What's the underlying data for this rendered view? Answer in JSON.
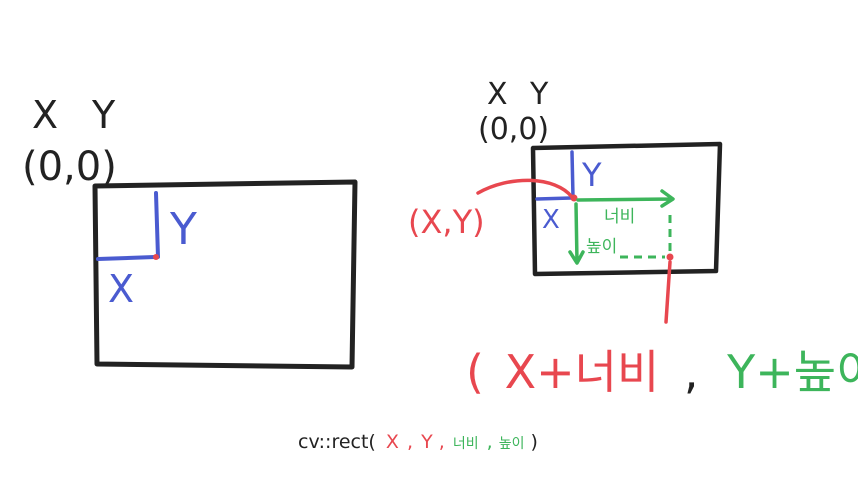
{
  "left_diagram": {
    "axis_x": "X",
    "axis_y": "Y",
    "origin": "(0,0)",
    "x_offset": "X",
    "y_offset": "Y"
  },
  "right_diagram": {
    "axis_x": "X",
    "axis_y": "Y",
    "origin": "(0,0)",
    "point": "(X,Y)",
    "x_offset": "X",
    "y_offset": "Y",
    "width": "너비",
    "height": "높이",
    "corner": {
      "open": "(",
      "x_plus_width": "X+너비",
      "comma": ",",
      "y_plus_height": "Y+높이",
      "close": ")"
    }
  },
  "caption": {
    "func": "cv::rect(",
    "x": "X",
    "sep1": ",",
    "y": "Y",
    "sep2": ",",
    "w": "너비",
    "sep3": ",",
    "h": "높이",
    "close": ")"
  },
  "colors": {
    "black": "#222222",
    "blue": "#4a5bd0",
    "red": "#e8474f",
    "green": "#3db55b"
  }
}
